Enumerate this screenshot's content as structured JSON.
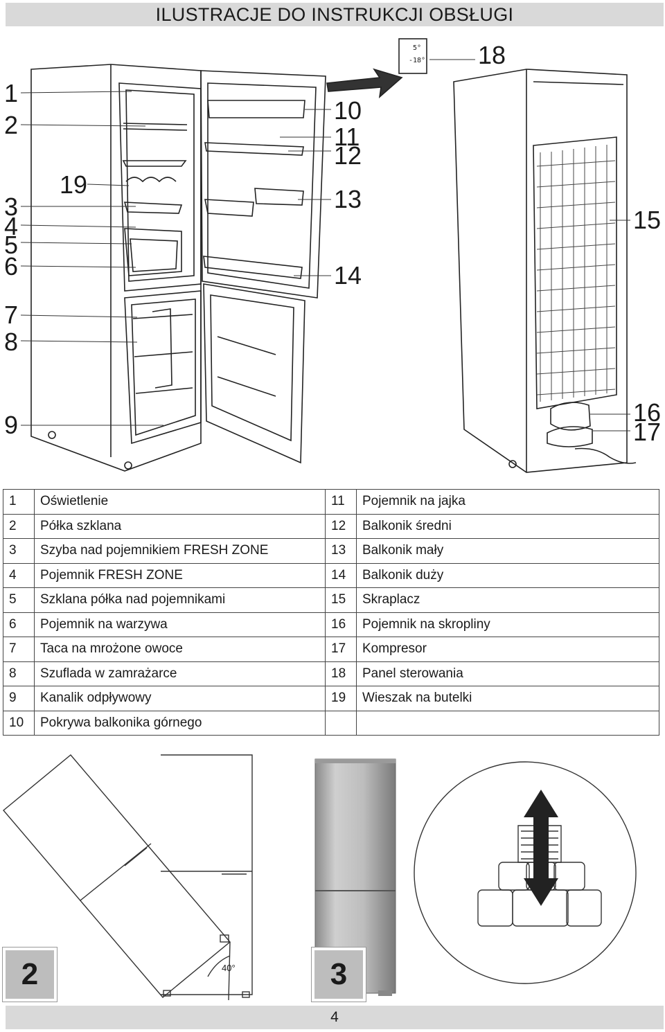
{
  "header": {
    "title": "ILUSTRACJE DO INSTRUKCJI OBSŁUGI"
  },
  "figure1": {
    "callouts": [
      "1",
      "2",
      "3",
      "4",
      "5",
      "6",
      "7",
      "8",
      "9",
      "10",
      "11",
      "12",
      "13",
      "14",
      "15",
      "16",
      "17",
      "18",
      "19"
    ],
    "display": {
      "top": "5°",
      "bottom": "-18°"
    }
  },
  "legend": {
    "rows": [
      {
        "ln": "1",
        "ld": "Oświetlenie",
        "rn": "11",
        "rd": "Pojemnik na jajka"
      },
      {
        "ln": "2",
        "ld": "Półka szklana",
        "rn": "12",
        "rd": "Balkonik średni"
      },
      {
        "ln": "3",
        "ld": "Szyba nad pojemnikiem FRESH ZONE",
        "rn": "13",
        "rd": "Balkonik mały"
      },
      {
        "ln": "4",
        "ld": "Pojemnik FRESH ZONE",
        "rn": "14",
        "rd": "Balkonik duży"
      },
      {
        "ln": "5",
        "ld": "Szklana półka nad pojemnikami",
        "rn": "15",
        "rd": "Skraplacz"
      },
      {
        "ln": "6",
        "ld": "Pojemnik na warzywa",
        "rn": "16",
        "rd": "Pojemnik na skropliny"
      },
      {
        "ln": "7",
        "ld": "Taca na mrożone owoce",
        "rn": "17",
        "rd": "Kompresor"
      },
      {
        "ln": "8",
        "ld": "Szuflada w zamrażarce",
        "rn": "18",
        "rd": "Panel sterowania"
      },
      {
        "ln": "9",
        "ld": "Kanalik odpływowy",
        "rn": "19",
        "rd": "Wieszak na butelki"
      },
      {
        "ln": "10",
        "ld": "Pokrywa balkonika górnego",
        "rn": "",
        "rd": ""
      }
    ]
  },
  "figure2": {
    "label": "2",
    "angle": "40°"
  },
  "figure3": {
    "label": "3"
  },
  "footer": {
    "page_number": "4"
  }
}
